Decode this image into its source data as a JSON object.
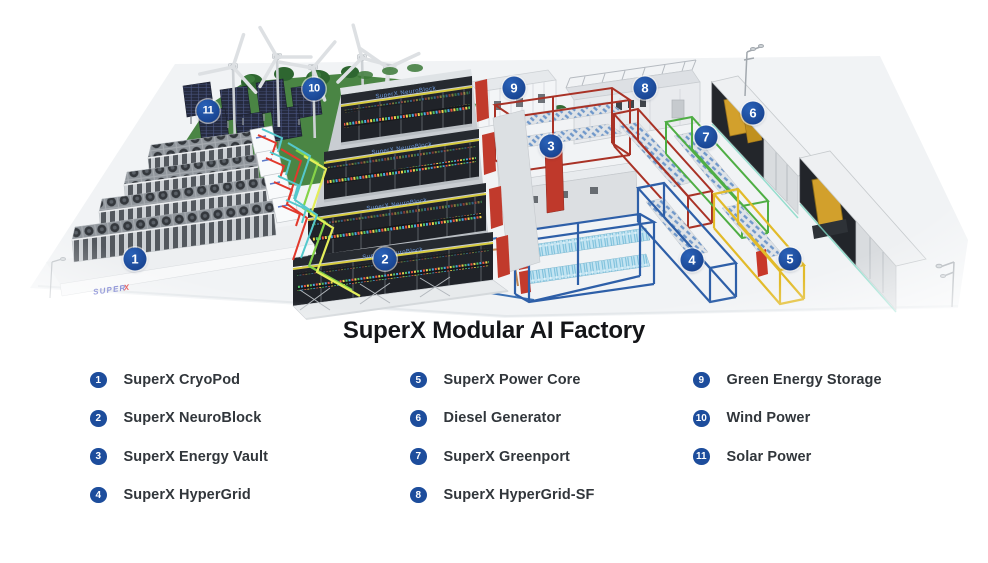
{
  "title": "SuperX Modular AI Factory",
  "items": [
    {
      "number": "1",
      "label": "SuperX CryoPod"
    },
    {
      "number": "2",
      "label": "SuperX NeuroBlock"
    },
    {
      "number": "3",
      "label": "SuperX Energy Vault"
    },
    {
      "number": "4",
      "label": "SuperX HyperGrid"
    },
    {
      "number": "5",
      "label": "SuperX Power Core"
    },
    {
      "number": "6",
      "label": "Diesel Generator"
    },
    {
      "number": "7",
      "label": "SuperX Greenport"
    },
    {
      "number": "8",
      "label": "SuperX HyperGrid-SF"
    },
    {
      "number": "9",
      "label": "Green Energy Storage"
    },
    {
      "number": "10",
      "label": "Wind Power"
    },
    {
      "number": "11",
      "label": "Solar Power"
    }
  ],
  "diagram": {
    "logo_super": "SUPER",
    "logo_x": "X",
    "rack_banner": "SuperX NeuroBlock"
  },
  "colors": {
    "marker_blue": "#1e4e9c",
    "frame_red": "#a93226",
    "frame_green": "#4fae44",
    "frame_blue": "#2e5fa8",
    "frame_yellow": "#e2bb2a",
    "pipe_red": "#e2392c",
    "pipe_green": "#86d348",
    "pipe_yellow": "#e4ee5a",
    "pipe_cyan": "#54c8cc",
    "grass_green": "#4a8544",
    "generator_yellow": "#d2a02c"
  }
}
